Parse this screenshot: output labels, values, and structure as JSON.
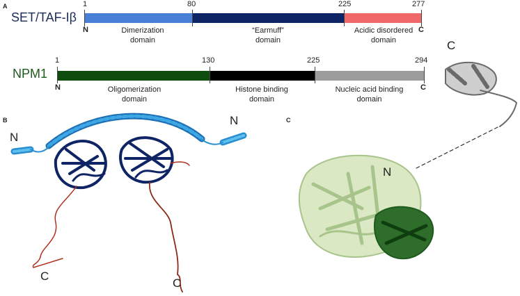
{
  "panel_a": {
    "letter": "A",
    "set": {
      "name": "SET/TAF-Iβ",
      "name_color": "#1a2a5c",
      "positions": [
        "1",
        "80",
        "225",
        "277"
      ],
      "n_label": "N",
      "c_label": "C",
      "domains": [
        {
          "line1": "Dimerization",
          "line2": "domain",
          "color": "#4a7fd6"
        },
        {
          "line1": "“Earmuff”",
          "line2": "domain",
          "color": "#0f2464"
        },
        {
          "line1": "Acidic disordered",
          "line2": "domain",
          "color": "#f06868"
        }
      ]
    },
    "npm": {
      "name": "NPM1",
      "name_color": "#1e5a1e",
      "positions": [
        "1",
        "130",
        "225",
        "294"
      ],
      "n_label": "N",
      "c_label": "C",
      "domains": [
        {
          "line1": "Oligomerization",
          "line2": "domain",
          "color": "#0f4d0f"
        },
        {
          "line1": "Histone binding",
          "line2": "domain",
          "color": "#000000"
        },
        {
          "line1": "Nucleic acid binding",
          "line2": "domain",
          "color": "#9c9c9c"
        }
      ]
    }
  },
  "panel_b": {
    "letter": "B",
    "n_left": "N",
    "n_right": "N",
    "c_left": "C",
    "c_right": "C"
  },
  "panel_c": {
    "letter": "C",
    "n_label": "N",
    "c_label": "C"
  }
}
